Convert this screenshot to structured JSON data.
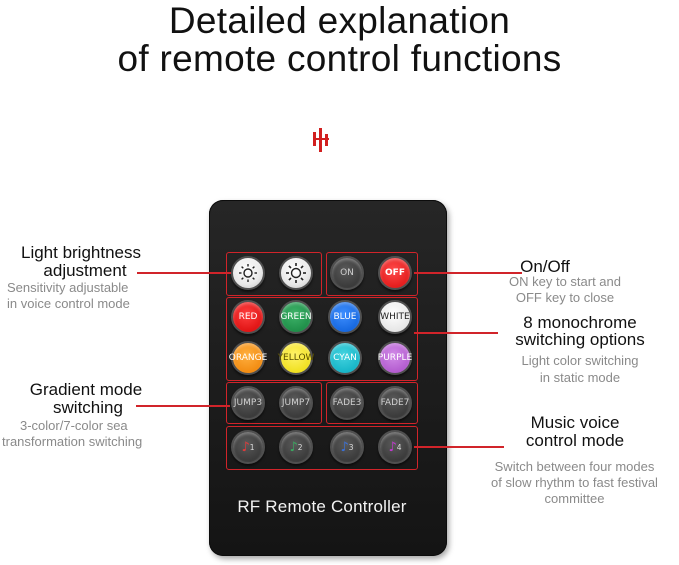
{
  "title": {
    "line1": "Detailed explanation",
    "line2": "of remote control functions"
  },
  "remote": {
    "name": "RF Remote Controller",
    "buttons": {
      "on": "ON",
      "off": "OFF",
      "colors": [
        "RED",
        "GREEN",
        "BLUE",
        "WHITE",
        "ORANGE",
        "YELLOW",
        "CYAN",
        "PURPLE"
      ],
      "modes": [
        "JUMP3",
        "JUMP7",
        "FADE3",
        "FADE7"
      ],
      "music": [
        "1",
        "2",
        "3",
        "4"
      ]
    }
  },
  "callouts": {
    "brightness": {
      "heading_line1": "Light brightness",
      "heading_line2": "adjustment",
      "desc_line1": "Sensitivity adjustable",
      "desc_line2": "in voice control mode"
    },
    "onoff": {
      "heading": "On/Off",
      "desc_line1": "ON key to start and",
      "desc_line2": "OFF key to close"
    },
    "monochrome": {
      "heading_line1": "8 monochrome",
      "heading_line2": "switching options",
      "desc_line1": "Light color switching",
      "desc_line2": "in static mode"
    },
    "gradient": {
      "heading_line1": "Gradient mode",
      "heading_line2": "switching",
      "desc_line1": "3-color/7-color sea",
      "desc_line2": "transformation switching"
    },
    "music": {
      "heading_line1": "Music voice",
      "heading_line2": "control mode",
      "desc_line1": "Switch between four modes",
      "desc_line2": "of slow rhythm to fast festival",
      "desc_line3": "committee"
    }
  },
  "colors": {
    "accent": "#d1242a",
    "remote_body": "#1e1e1e"
  }
}
